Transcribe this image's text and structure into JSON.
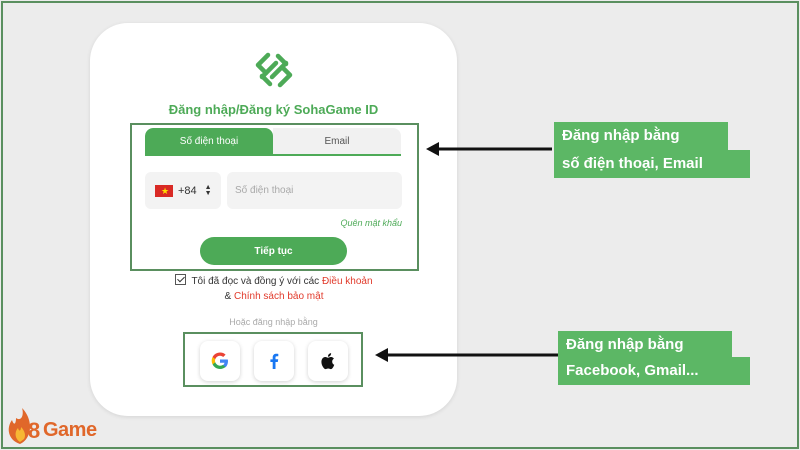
{
  "login": {
    "title": "Đăng nhập/Đăng ký SohaGame ID",
    "tabs": [
      {
        "label": "Số điện thoại",
        "active": true
      },
      {
        "label": "Email",
        "active": false
      }
    ],
    "country_code": "+84",
    "phone_placeholder": "Số điện thoại",
    "forgot_password": "Quên mật khẩu",
    "continue_button": "Tiếp tục",
    "terms_prefix": "Tôi đã đọc và đồng ý với các",
    "terms_link": "Điều khoản",
    "terms_and": "&",
    "privacy_link": "Chính sách bảo mật",
    "or_label": "Hoặc đăng nhập bằng",
    "social_buttons": [
      "google-icon",
      "facebook-icon",
      "apple-icon"
    ]
  },
  "callouts": {
    "top_line1": "Đăng nhập bằng",
    "top_line2": "số điện thoại, Email",
    "bottom_line1": "Đăng nhập bằng",
    "bottom_line2": "Facebook, Gmail..."
  },
  "brand": {
    "text": "Game"
  },
  "colors": {
    "accent": "#4daa57",
    "highlight_border": "#5a8f5f",
    "link_red": "#e13a2b",
    "callout_bg": "#5cb765"
  }
}
